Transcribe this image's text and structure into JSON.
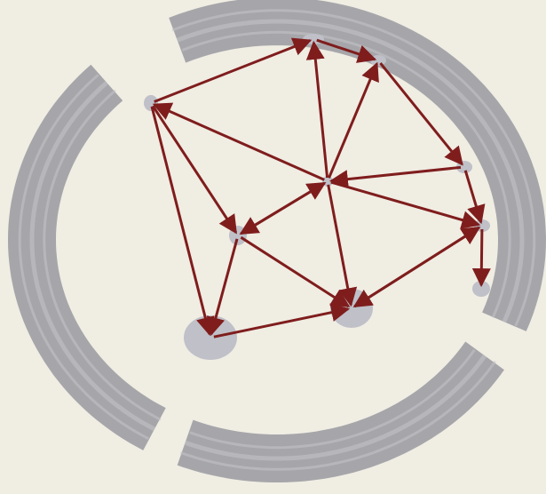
{
  "colors": {
    "background": "#f0ede3",
    "ring": "#9fa0a5",
    "ring_light": "#c2c3c8",
    "node": "#bfc0c8",
    "edge": "#7f1d1d"
  },
  "nodes": [
    {
      "id": "n1"
    },
    {
      "id": "n2"
    },
    {
      "id": "n3"
    },
    {
      "id": "n4"
    },
    {
      "id": "n5"
    },
    {
      "id": "n6"
    },
    {
      "id": "n7"
    },
    {
      "id": "n8"
    },
    {
      "id": "n9"
    },
    {
      "id": "n10"
    },
    {
      "id": "n11"
    }
  ],
  "edges": [
    {
      "from": "n1",
      "to": "n2"
    },
    {
      "from": "n2",
      "to": "n3"
    },
    {
      "from": "n3",
      "to": "n4"
    },
    {
      "from": "n4",
      "to": "n5"
    },
    {
      "from": "n5",
      "to": "n6"
    },
    {
      "from": "n7",
      "to": "n1"
    },
    {
      "from": "n7",
      "to": "n2"
    },
    {
      "from": "n7",
      "to": "n3"
    },
    {
      "from": "n4",
      "to": "n7"
    },
    {
      "from": "n7",
      "to": "n5"
    },
    {
      "from": "n7",
      "to": "n8"
    },
    {
      "from": "n8",
      "to": "n7"
    },
    {
      "from": "n7",
      "to": "n9"
    },
    {
      "from": "n1",
      "to": "n8"
    },
    {
      "from": "n8",
      "to": "n9"
    },
    {
      "from": "n1",
      "to": "n10"
    },
    {
      "from": "n10",
      "to": "n9"
    },
    {
      "from": "n9",
      "to": "n5"
    },
    {
      "from": "n5",
      "to": "n9"
    },
    {
      "from": "n8",
      "to": "n10"
    }
  ]
}
